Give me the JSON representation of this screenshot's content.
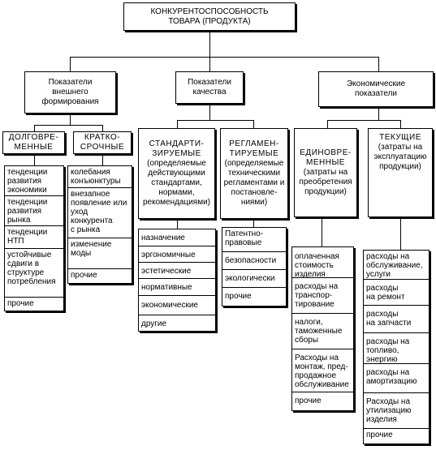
{
  "root": "КОНКУРЕНТОСПОСОБНОСТЬ\nТОВАРА (ПРОДУКТА)",
  "groups": {
    "external": "Показатели\nвнешнего\nформирования",
    "quality": "Показатели\nкачества",
    "economic": "Экономические\nпоказатели"
  },
  "subs": {
    "long": "ДОЛГОВРЕ-\nМЕННЫЕ",
    "short": "КРАТКО-\nСРОЧНЫЕ",
    "standard_title": "СТАНДАРТИ-\nЗИРУЕМЫЕ",
    "standard_desc": "(определяемые\nдействующими\nстандартами,\nнормами,\nрекомендациями)",
    "regulated_title": "РЕГЛАМЕН-\nТИРУЕМЫЕ",
    "regulated_desc": "(определяемые\nтехническими\nрегламентами и\nпостановле-\nниями)",
    "onetime_title": "ЕДИНОВРЕ-\nМЕННЫЕ",
    "onetime_desc": "(затраты на\nпреобретения\nпродукции)",
    "current_title": "ТЕКУЩИЕ",
    "current_desc": "(затраты на\nэксплуатацию\nпродукции)"
  },
  "lists": {
    "long": [
      "тенденции\nразвития\nэкономики",
      "тенденции\nразвития\nрынка",
      "тенденции\nНТП",
      "устойчивые\nсдвиги в\nструктуре\nпотребления",
      "прочие"
    ],
    "short": [
      "колебания\nконъюнктуры",
      "внезапное\nпоявление или\nуход\nконкурента\nс рынка",
      "изменение\nмоды",
      "прочие"
    ],
    "standard": [
      "назначение",
      "эргономичные",
      "эстетические",
      "нормативные",
      "экономические",
      "другие"
    ],
    "regulated": [
      "Патентно-\nправовые",
      "безопасности",
      "экологически",
      "прочие"
    ],
    "onetime": [
      "оплаченная\nстоимость\nизделия",
      "расходы на\nтранспор-\nтирование",
      "налоги,\nтаможенные\nсборы",
      "Расходы на\nмонтаж, пред-\nпродажное\nобслуживание",
      "прочие"
    ],
    "current": [
      "расходы на\nобслуживание,\nуслуги",
      "расходы\nна ремонт",
      "расходы\nна запчасти",
      "расходы на\nтопливо,\nэнергию",
      "расходы на\nамортизацию",
      "Расходы на\nутилизацию\nизделия",
      "прочие"
    ]
  }
}
